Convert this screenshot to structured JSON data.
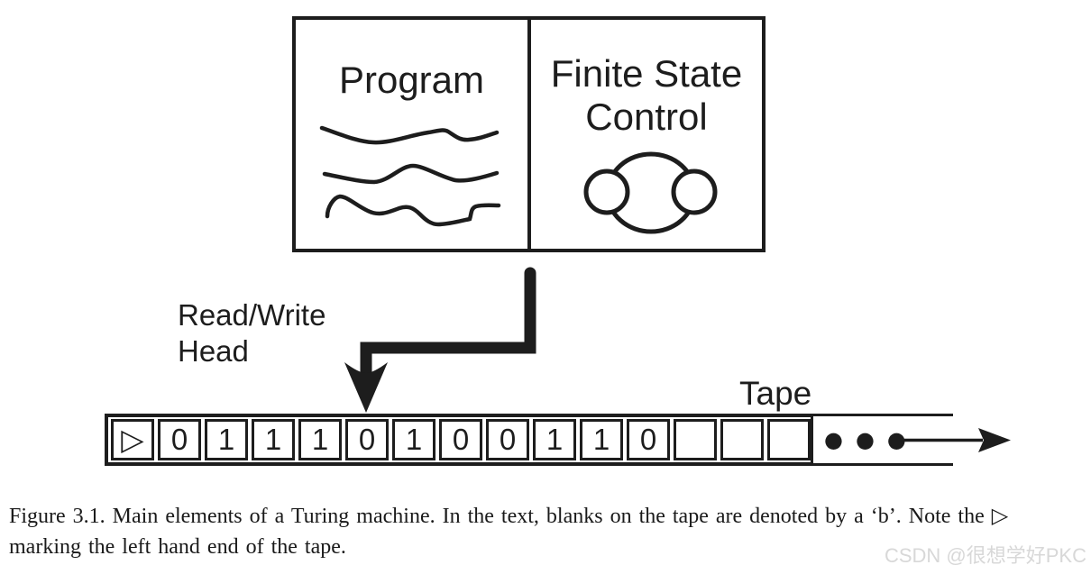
{
  "machine": {
    "program_label": "Program",
    "finite_state_control_label": "Finite State\nControl"
  },
  "labels": {
    "read_write_head": "Read/Write\nHead",
    "tape": "Tape"
  },
  "tape": {
    "cells": [
      "▷",
      "0",
      "1",
      "1",
      "1",
      "0",
      "1",
      "0",
      "0",
      "1",
      "1",
      "0",
      "",
      "",
      ""
    ],
    "head_cell_index": 5,
    "left_end_marker": "▷",
    "ellipsis": "●●●"
  },
  "caption": {
    "text": "Figure 3.1. Main elements of a Turing machine. In the text, blanks on the tape are denoted by a ‘b’. Note the ▷\nmarking the left hand end of the tape."
  },
  "watermark": {
    "text": "CSDN @很想学好PKC"
  },
  "colors": {
    "ink": "#1d1d1d",
    "background": "#ffffff",
    "watermark": "#d8d8d8"
  }
}
